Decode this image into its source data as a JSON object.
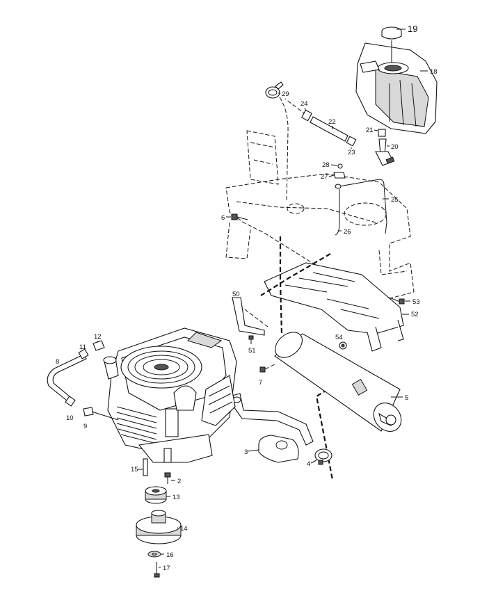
{
  "callouts": [
    {
      "id": "19",
      "text": "19"
    },
    {
      "id": "18",
      "text": "18"
    },
    {
      "id": "29",
      "text": "29"
    },
    {
      "id": "24",
      "text": "24"
    },
    {
      "id": "22",
      "text": "22"
    },
    {
      "id": "21",
      "text": "21"
    },
    {
      "id": "20",
      "text": "20"
    },
    {
      "id": "23",
      "text": "23"
    },
    {
      "id": "28",
      "text": "28"
    },
    {
      "id": "27",
      "text": "27"
    },
    {
      "id": "25",
      "text": "25"
    },
    {
      "id": "6",
      "text": "6"
    },
    {
      "id": "26",
      "text": "26"
    },
    {
      "id": "53",
      "text": "53"
    },
    {
      "id": "50",
      "text": "50"
    },
    {
      "id": "52",
      "text": "52"
    },
    {
      "id": "54",
      "text": "54"
    },
    {
      "id": "51",
      "text": "51"
    },
    {
      "id": "12",
      "text": "12"
    },
    {
      "id": "11",
      "text": "11"
    },
    {
      "id": "8",
      "text": "8"
    },
    {
      "id": "7",
      "text": "7"
    },
    {
      "id": "5",
      "text": "5"
    },
    {
      "id": "10",
      "text": "10"
    },
    {
      "id": "9",
      "text": "9"
    },
    {
      "id": "3",
      "text": "3"
    },
    {
      "id": "4",
      "text": "4"
    },
    {
      "id": "15",
      "text": "15"
    },
    {
      "id": "2",
      "text": "2"
    },
    {
      "id": "13",
      "text": "13"
    },
    {
      "id": "14",
      "text": "14"
    },
    {
      "id": "16",
      "text": "16"
    },
    {
      "id": "17",
      "text": "17"
    }
  ]
}
